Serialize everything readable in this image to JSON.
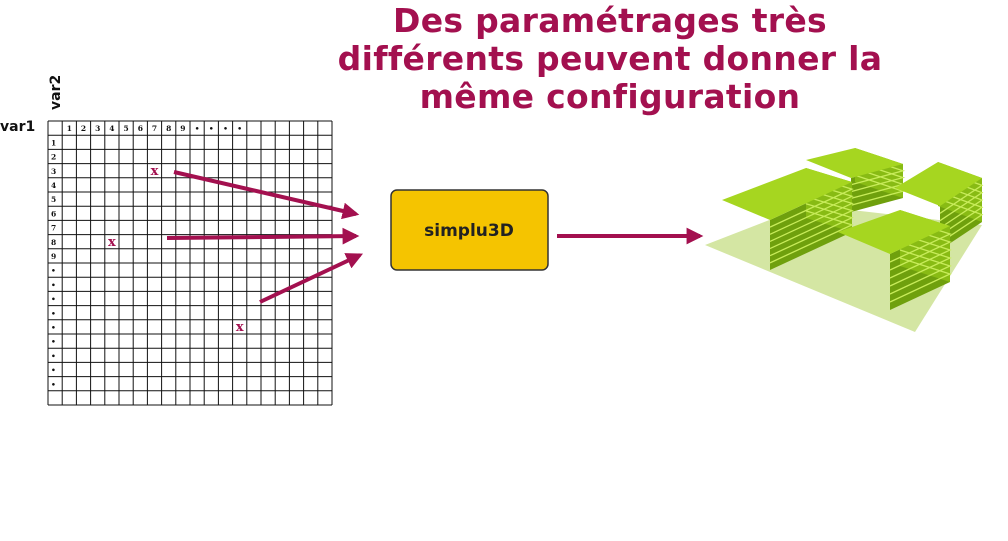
{
  "title_lines": [
    "Des paramétrages très",
    "différents peuvent donner la",
    "même configuration"
  ],
  "grid": {
    "row_axis_label": "var1",
    "col_axis_label": "var2",
    "column_headers": [
      "1",
      "2",
      "3",
      "4",
      "5",
      "6",
      "7",
      "8",
      "9",
      "•",
      "•",
      "•",
      "•"
    ],
    "row_headers": [
      "1",
      "2",
      "3",
      "4",
      "5",
      "6",
      "7",
      "8",
      "9",
      "•",
      "•",
      "•",
      "•",
      "•",
      "•",
      "•",
      "•",
      "•"
    ],
    "marks": [
      {
        "row": 3,
        "col": 7,
        "symbol": "x"
      },
      {
        "row": 8,
        "col": 4,
        "symbol": "x"
      },
      {
        "row": 14,
        "col": 13,
        "symbol": "x"
      }
    ]
  },
  "process_box": {
    "label": "simplu3D"
  },
  "colors": {
    "accent": "#a3104f",
    "box_fill": "#f5c400",
    "box_border": "#333333",
    "building_top": "#a6d620",
    "building_side": "#6fa00d",
    "ground": "#d4e6a3"
  },
  "icons": {
    "arrow": "arrow-right-icon",
    "result": "buildings-3d-icon"
  }
}
